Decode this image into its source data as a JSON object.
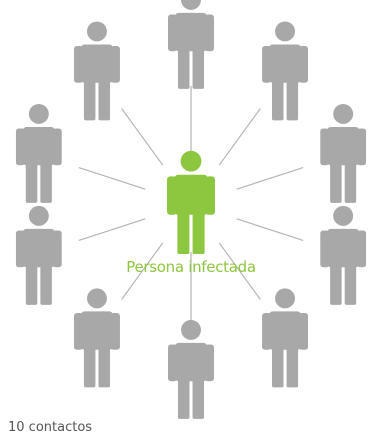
{
  "center": {
    "label": "Persona infectada",
    "color": "#8dc63f",
    "icon": "person-icon"
  },
  "contacts": {
    "count": 10,
    "color": "#a8a8a8",
    "icon": "person-icon",
    "line_color": "#b5b5b5"
  },
  "footer": {
    "label": "10 contactos",
    "color": "#555555"
  }
}
